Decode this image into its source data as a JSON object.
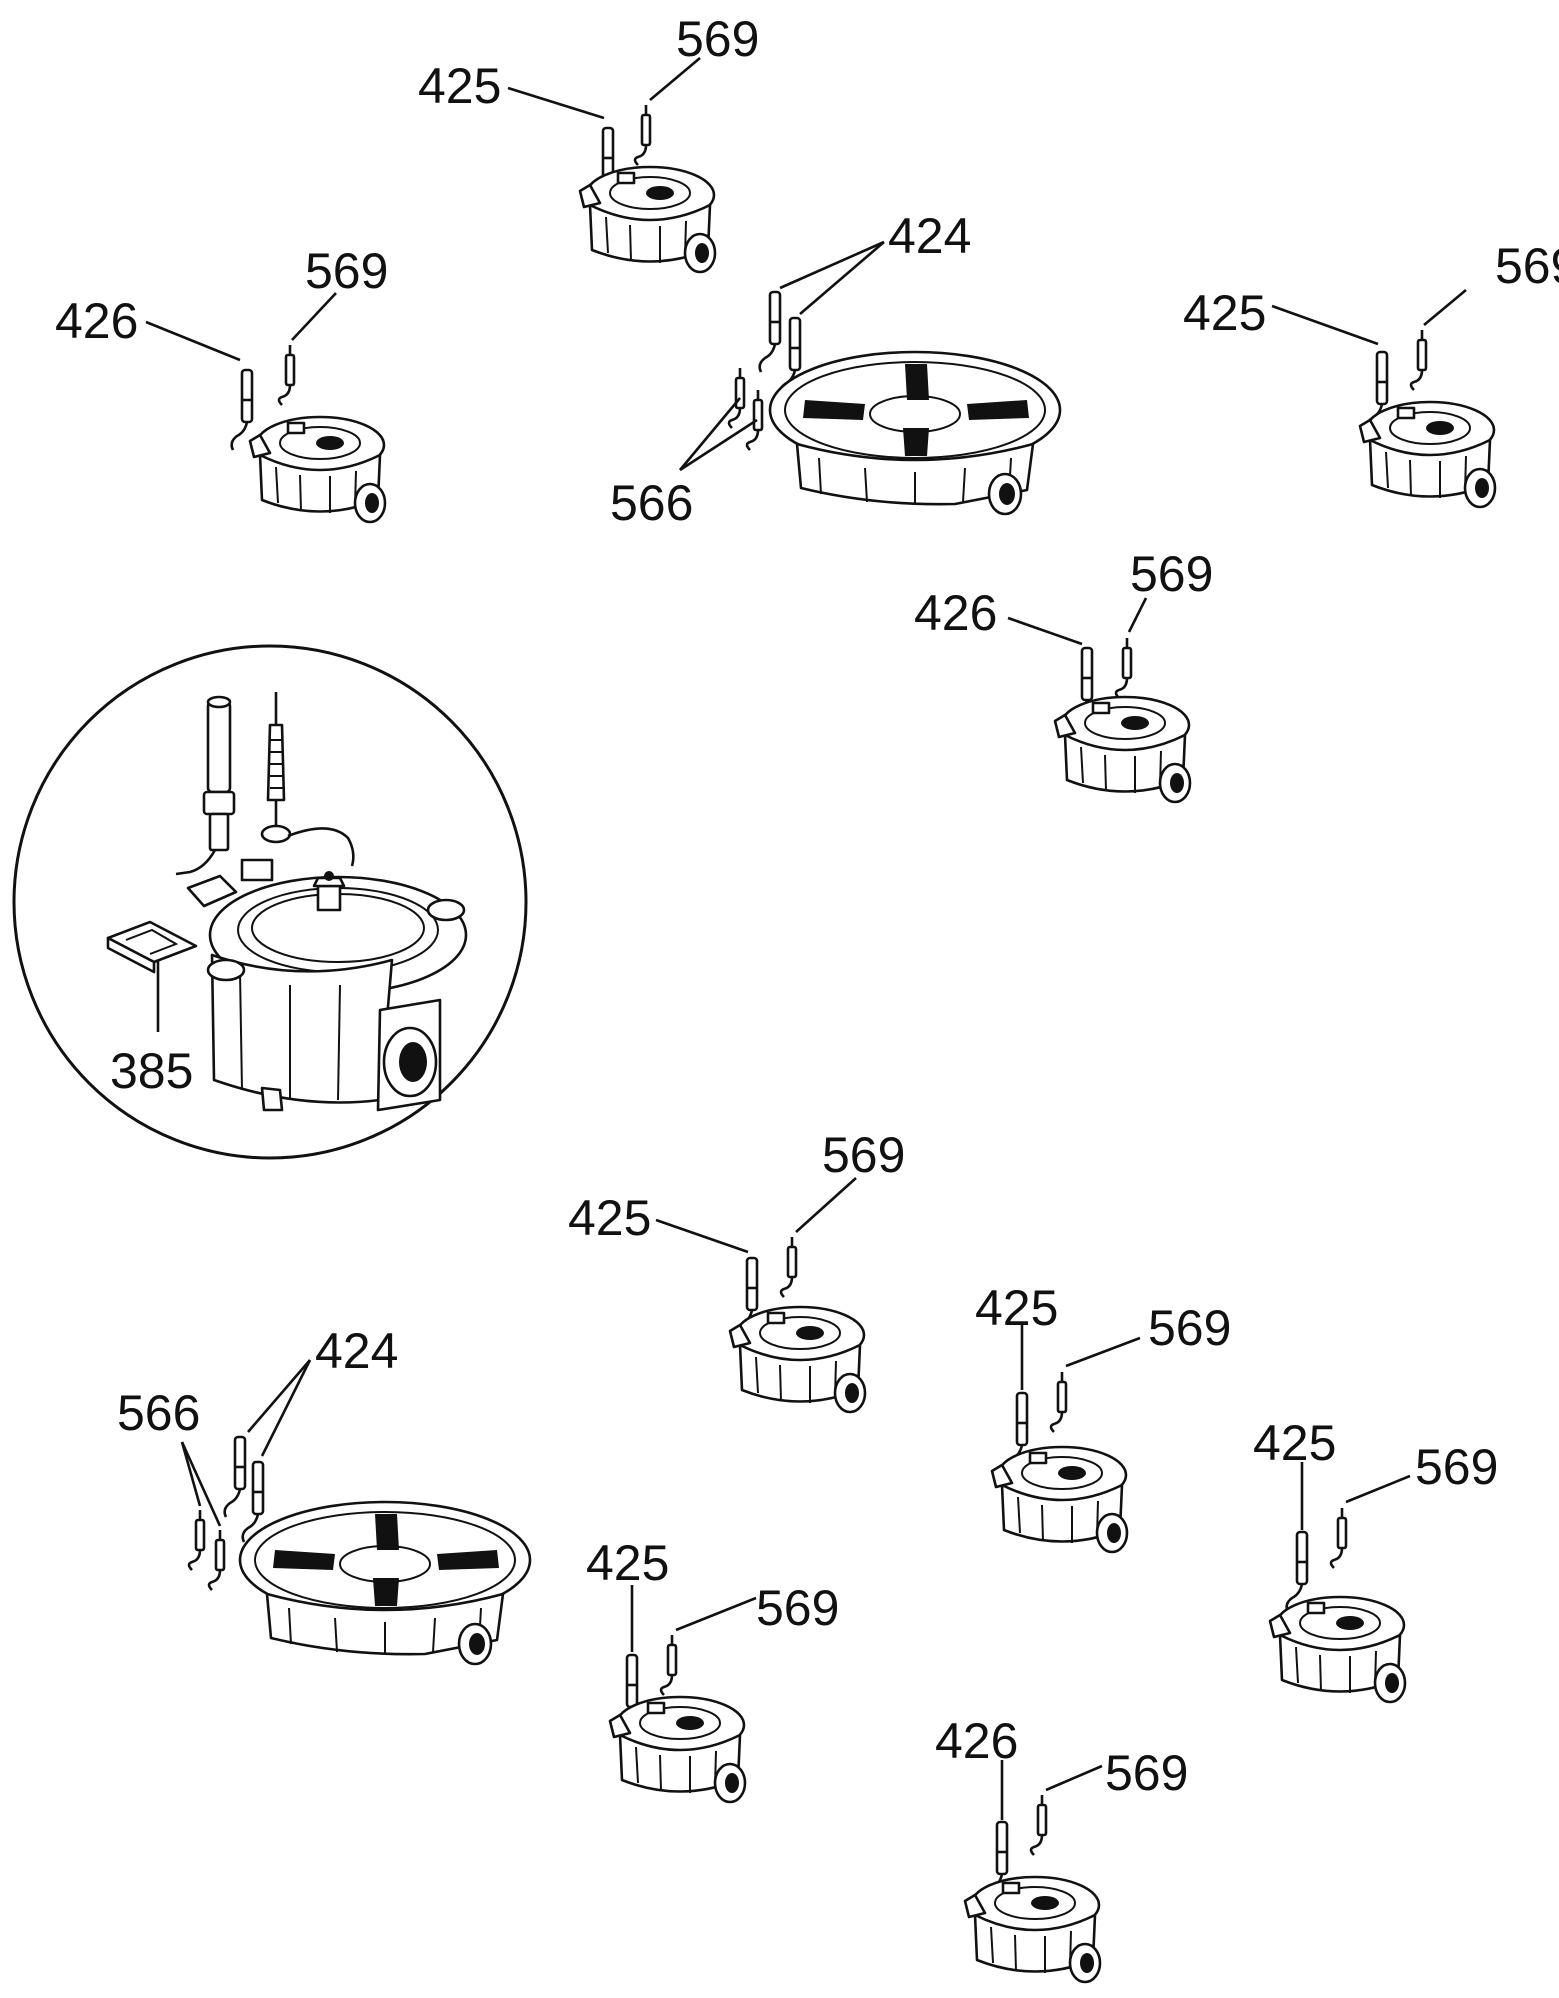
{
  "labels": {
    "l_425": "425",
    "l_426": "426",
    "l_569": "569",
    "l_424": "424",
    "l_566": "566",
    "l_385": "385"
  }
}
